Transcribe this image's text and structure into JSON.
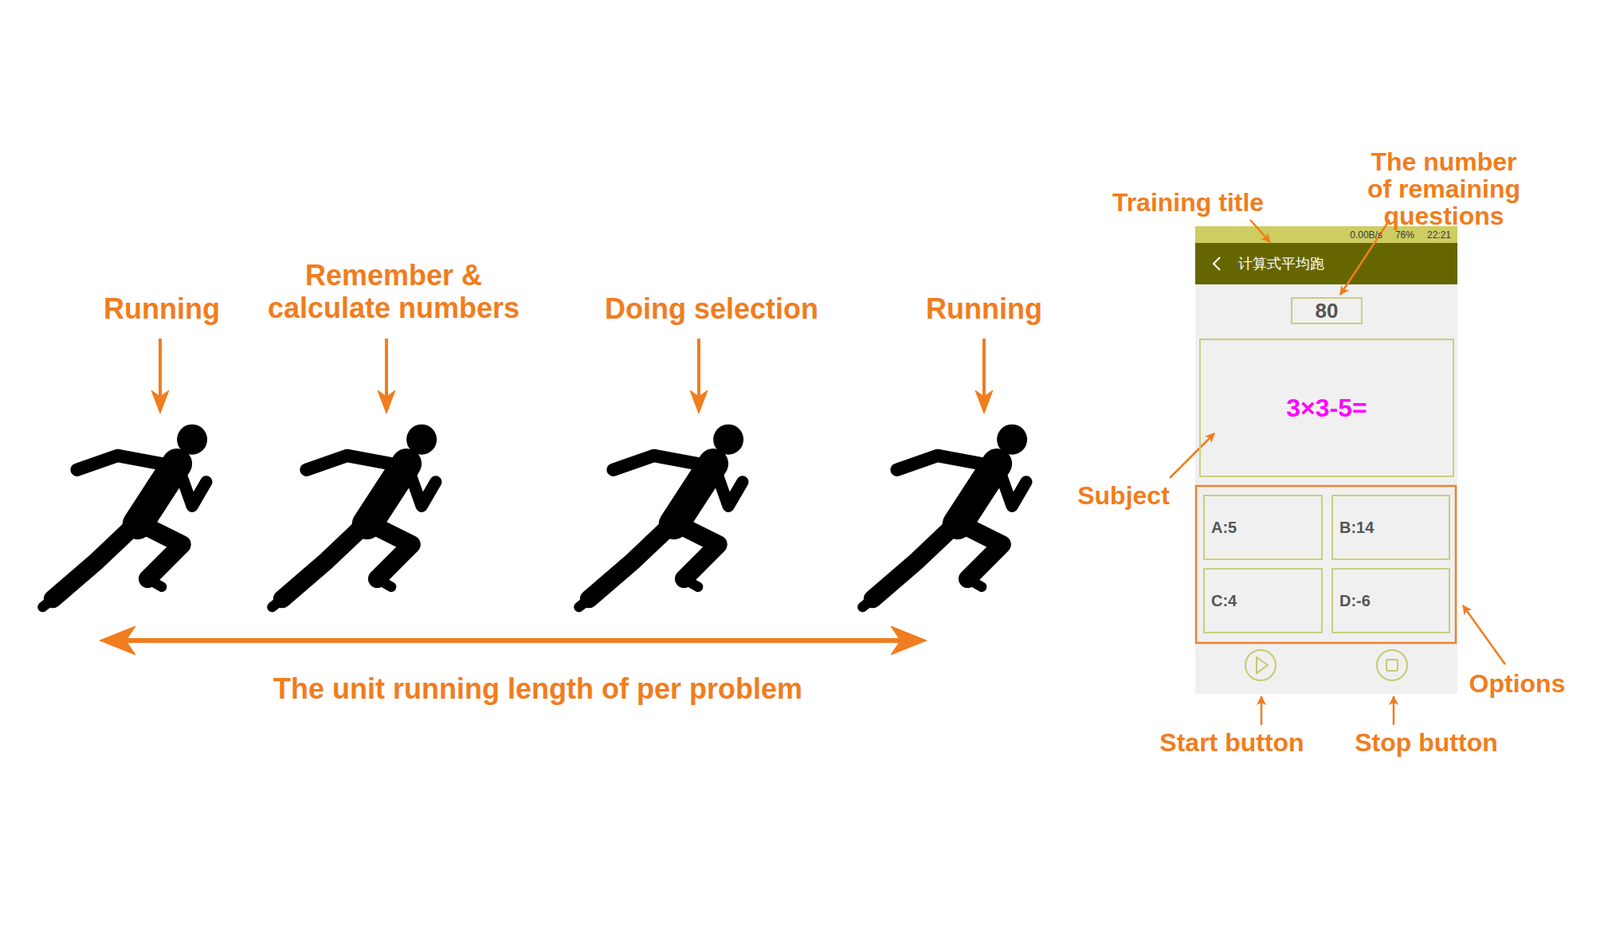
{
  "diagram": {
    "nodes": [
      {
        "text": [
          "0.00B/s",
          "76%",
          "22:21"
        ]
      },
      {
        "text": [
          "计算式平均跑"
        ]
      },
      {
        "text": [
          "80"
        ]
      },
      {
        "text": [
          "3×3-5="
        ]
      },
      {
        "text": [
          "A:5"
        ]
      },
      {
        "text": [
          "B:14"
        ]
      },
      {
        "text": [
          "C:4"
        ]
      },
      {
        "text": [
          "D:-6"
        ]
      }
    ],
    "labels": [
      "Running",
      "Remember & calculate numbers",
      "Doing selection",
      "Running",
      "The unit running length of per problem",
      "The number of remaining questions",
      "Training title",
      "Subject",
      "Options",
      "Start button",
      "Stop button"
    ]
  }
}
